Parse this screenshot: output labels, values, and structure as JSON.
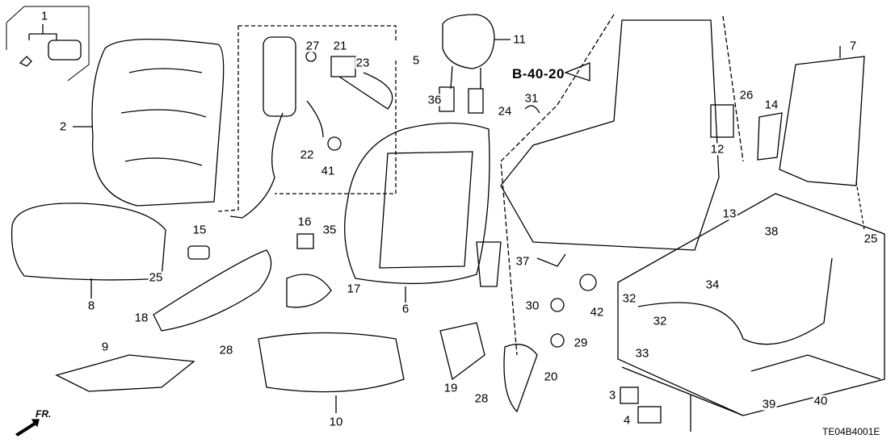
{
  "reference": "B-40-20",
  "diagram_code": "TE04B4001E",
  "front_indicator": "FR.",
  "callouts": [
    {
      "id": "c1",
      "text": "1"
    },
    {
      "id": "c2",
      "text": "2"
    },
    {
      "id": "c3",
      "text": "3"
    },
    {
      "id": "c4",
      "text": "4"
    },
    {
      "id": "c5",
      "text": "5"
    },
    {
      "id": "c6",
      "text": "6"
    },
    {
      "id": "c7",
      "text": "7"
    },
    {
      "id": "c8",
      "text": "8"
    },
    {
      "id": "c9",
      "text": "9"
    },
    {
      "id": "c10",
      "text": "10"
    },
    {
      "id": "c11",
      "text": "11"
    },
    {
      "id": "c12",
      "text": "12"
    },
    {
      "id": "c13",
      "text": "13"
    },
    {
      "id": "c14",
      "text": "14"
    },
    {
      "id": "c15",
      "text": "15"
    },
    {
      "id": "c16",
      "text": "16"
    },
    {
      "id": "c17",
      "text": "17"
    },
    {
      "id": "c18",
      "text": "18"
    },
    {
      "id": "c19",
      "text": "19"
    },
    {
      "id": "c20",
      "text": "20"
    },
    {
      "id": "c21",
      "text": "21"
    },
    {
      "id": "c22",
      "text": "22"
    },
    {
      "id": "c23",
      "text": "23"
    },
    {
      "id": "c24",
      "text": "24"
    },
    {
      "id": "c25a",
      "text": "25"
    },
    {
      "id": "c25b",
      "text": "25"
    },
    {
      "id": "c26",
      "text": "26"
    },
    {
      "id": "c27",
      "text": "27"
    },
    {
      "id": "c28a",
      "text": "28"
    },
    {
      "id": "c28b",
      "text": "28"
    },
    {
      "id": "c29",
      "text": "29"
    },
    {
      "id": "c30",
      "text": "30"
    },
    {
      "id": "c31",
      "text": "31"
    },
    {
      "id": "c32a",
      "text": "32"
    },
    {
      "id": "c32b",
      "text": "32"
    },
    {
      "id": "c33",
      "text": "33"
    },
    {
      "id": "c34",
      "text": "34"
    },
    {
      "id": "c35",
      "text": "35"
    },
    {
      "id": "c36",
      "text": "36"
    },
    {
      "id": "c37",
      "text": "37"
    },
    {
      "id": "c38",
      "text": "38"
    },
    {
      "id": "c39",
      "text": "39"
    },
    {
      "id": "c40",
      "text": "40"
    },
    {
      "id": "c41",
      "text": "41"
    },
    {
      "id": "c42",
      "text": "42"
    }
  ]
}
